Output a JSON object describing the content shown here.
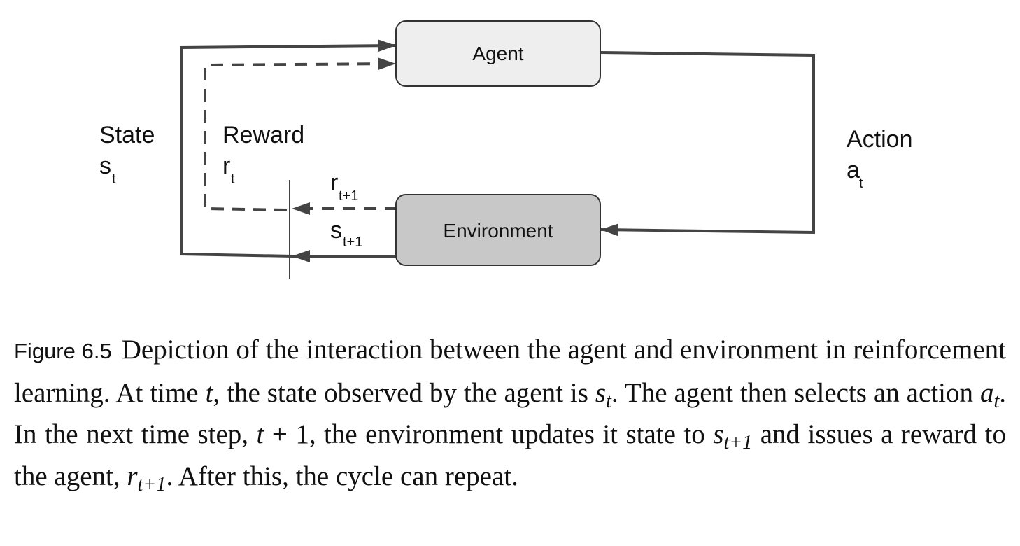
{
  "diagram": {
    "agent_label": "Agent",
    "environment_label": "Environment",
    "state_label": "State",
    "state_symbol": "s",
    "state_sub": "t",
    "reward_label": "Reward",
    "reward_symbol": "r",
    "reward_sub": "t",
    "action_label": "Action",
    "action_symbol": "a",
    "action_sub": "t",
    "next_reward_symbol": "r",
    "next_reward_sub": "t+1",
    "next_state_symbol": "s",
    "next_state_sub": "t+1",
    "colors": {
      "agent_fill": "#eeeeee",
      "environment_fill": "#c8c8c8",
      "line": "#444444"
    }
  },
  "caption": {
    "figure_label": "Figure 6.5",
    "p1": "Depiction of the interaction between the agent and environment in reinforcement learning. At time ",
    "t1": "t",
    "p2": ", the state observed by the agent is ",
    "s1": "s",
    "s1_sub": "t",
    "p3": ". The agent then selects an action ",
    "a1": "a",
    "a1_sub": "t",
    "p4": ". In the next time step, ",
    "t2": "t",
    "p5": " + 1, the environment updates it state to ",
    "s2": "s",
    "s2_sub": "t+1",
    "p6": " and issues a reward to the agent, ",
    "r2": "r",
    "r2_sub": "t+1",
    "p7": ". After this, the cycle can repeat."
  }
}
